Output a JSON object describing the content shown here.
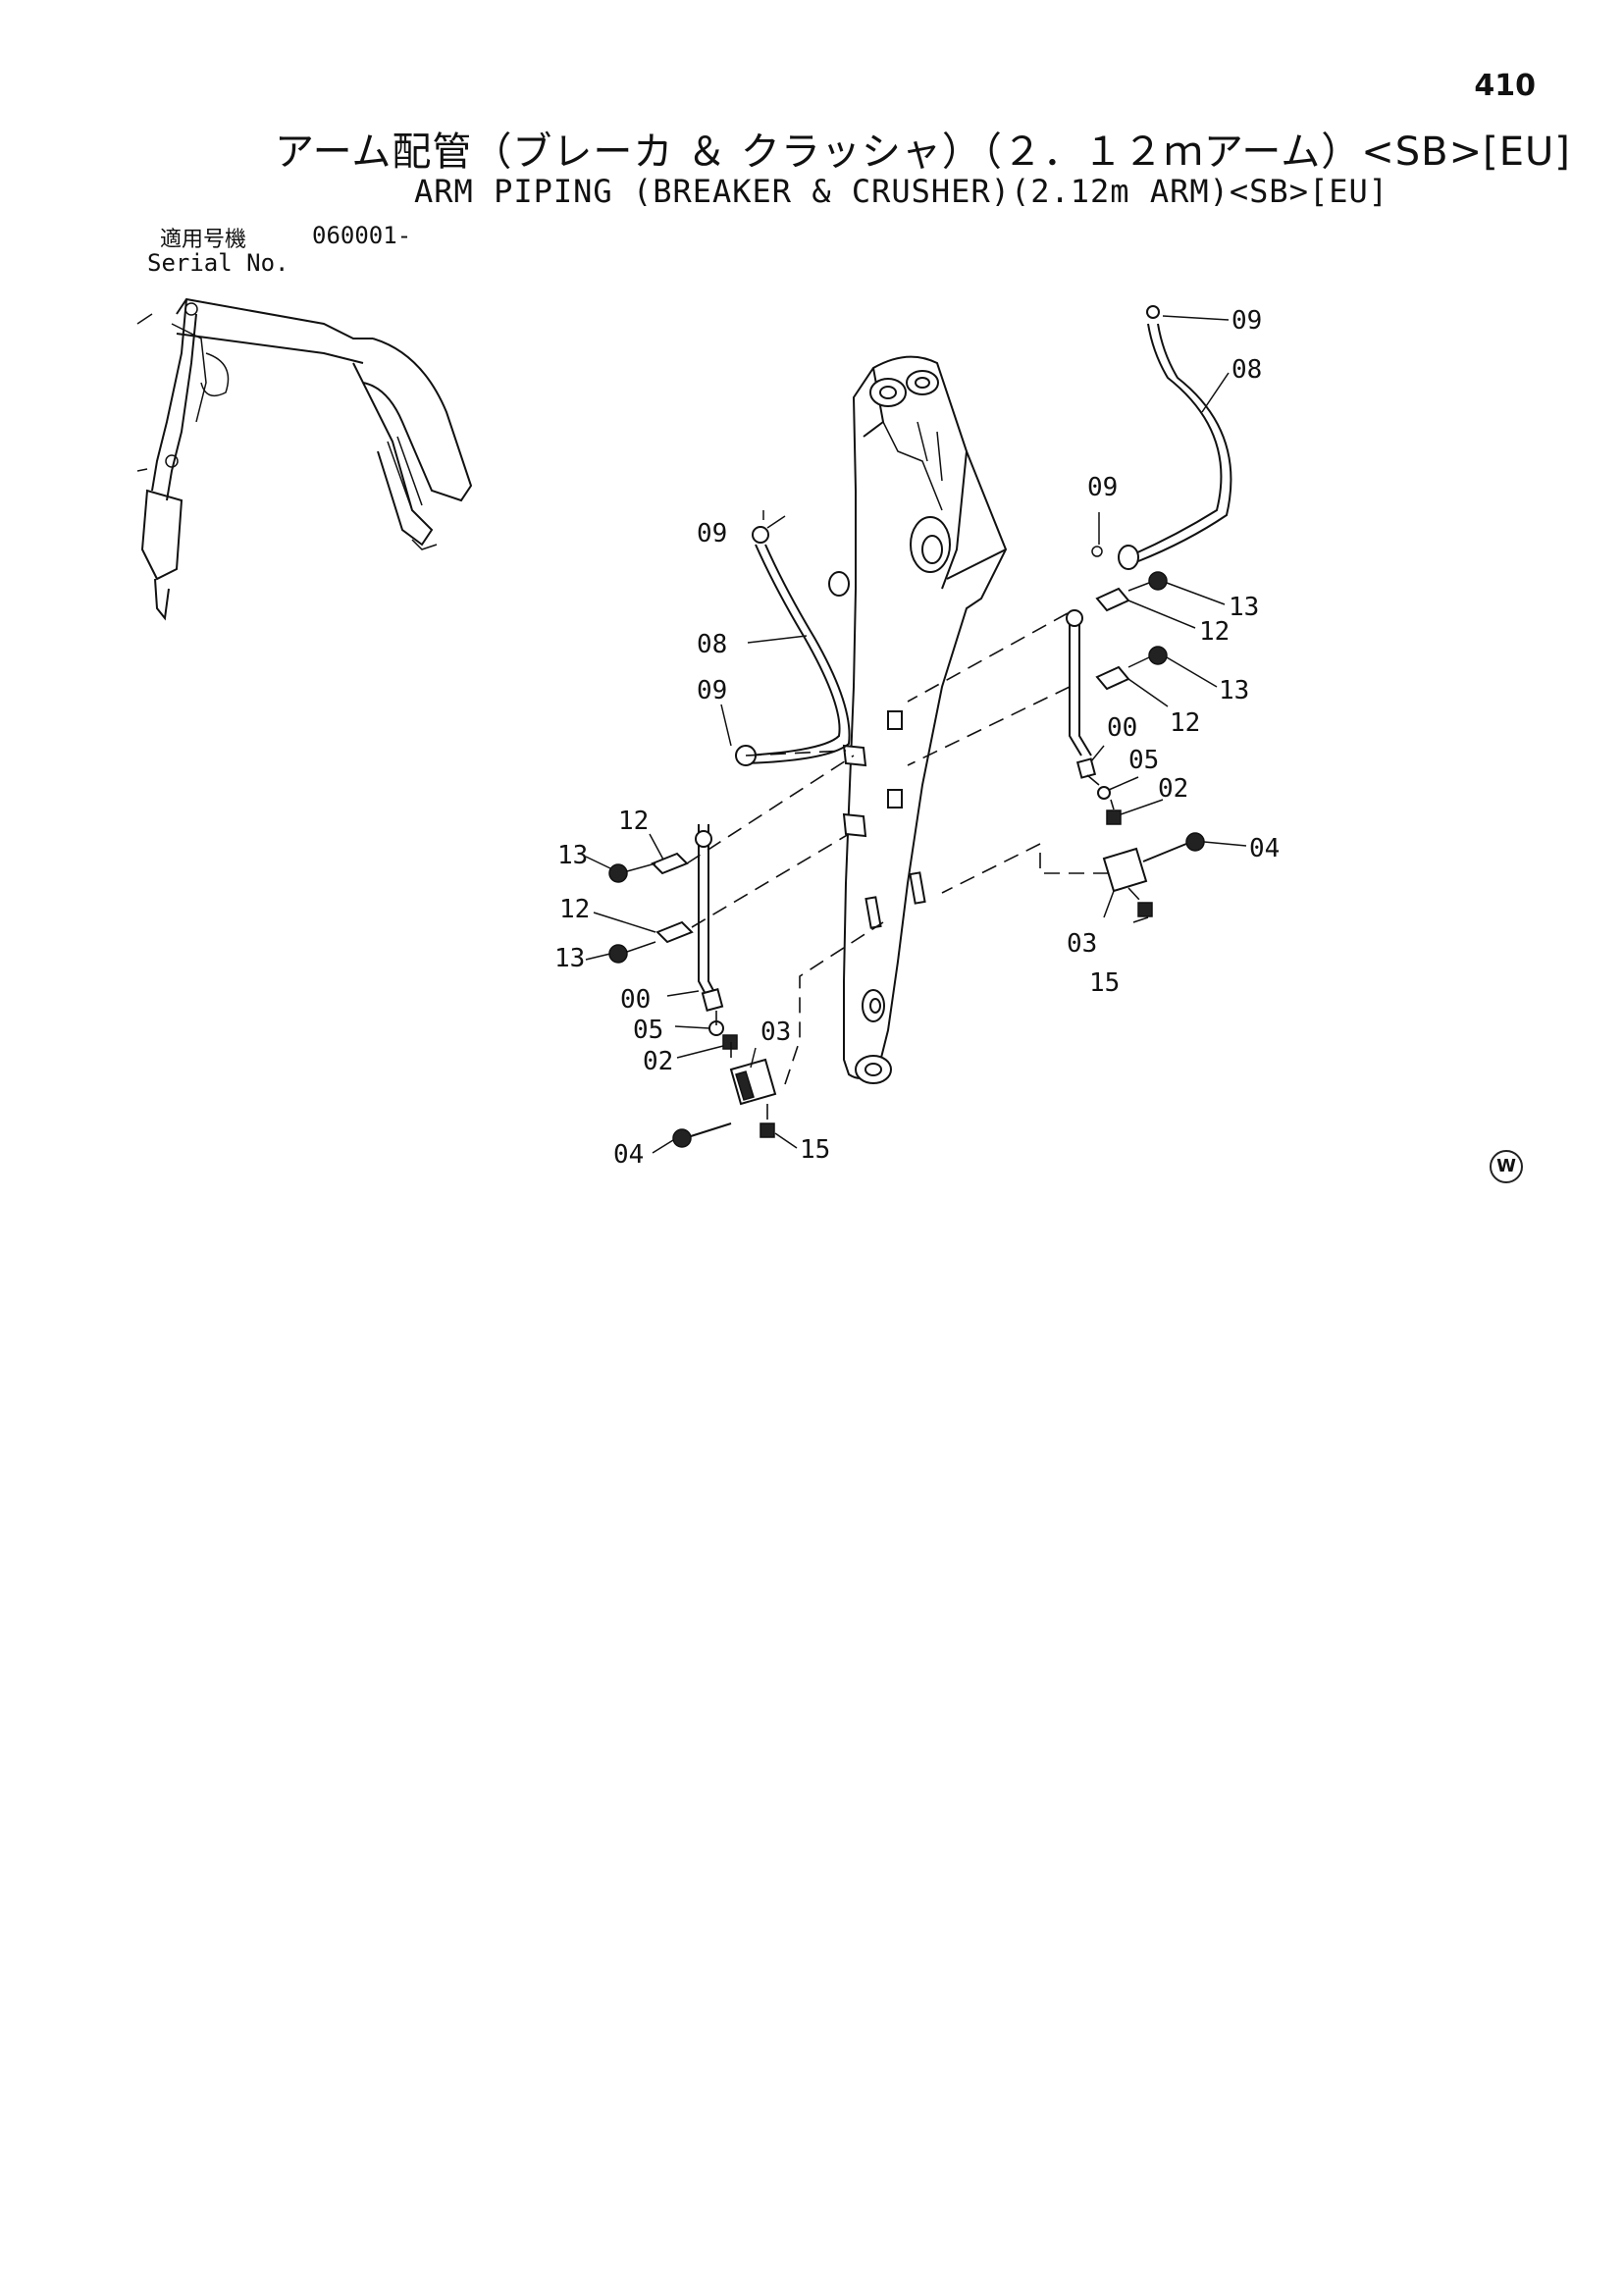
{
  "page_number": "410",
  "title_jp": "アーム配管（ブレーカ ＆ クラッシャ）（２．１２ｍアーム）<SB>[EU]",
  "title_en": "ARM PIPING (BREAKER & CRUSHER)(2.12m ARM)<SB>[EU]",
  "serial": {
    "label_jp": "適用号機",
    "value": "060001-",
    "label_en": "Serial No."
  },
  "callouts": {
    "c09_top": "09",
    "c08_top": "08",
    "c09_right": "09",
    "c13_r1": "13",
    "c12_r1": "12",
    "c13_r2": "13",
    "c12_r2": "12",
    "c00_r": "00",
    "c05_r": "05",
    "c02_r": "02",
    "c04_r": "04",
    "c03_r": "03",
    "c15_r": "15",
    "c09_left_top": "09",
    "c08_left": "08",
    "c09_left": "09",
    "c12_l1": "12",
    "c13_l1": "13",
    "c12_l2": "12",
    "c13_l2": "13",
    "c00_l": "00",
    "c05_l": "05",
    "c02_l": "02",
    "c03_l": "03",
    "c04_l": "04",
    "c15_l": "15"
  },
  "watermark": "W",
  "icons": [
    "excavator-overview-icon",
    "arm-piping-exploded-icon"
  ]
}
